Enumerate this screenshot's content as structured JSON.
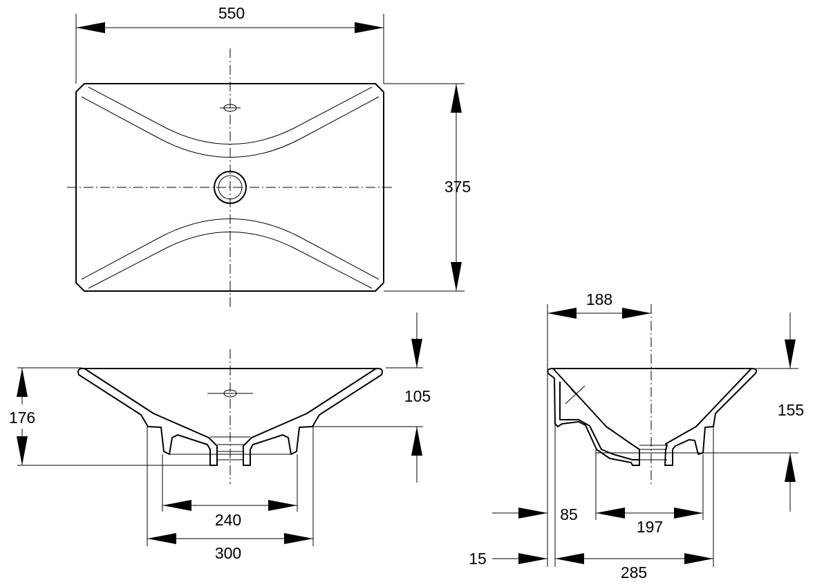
{
  "drawing": {
    "top_view": {
      "width_label": "550",
      "depth_label": "375"
    },
    "front_view": {
      "height_total_label": "176",
      "height_basin_label": "105",
      "base_inner_label": "240",
      "base_outer_label": "300"
    },
    "side_view": {
      "drain_offset_label": "188",
      "height_label": "155",
      "offset_85_label": "85",
      "base_inner_label": "197",
      "offset_15_label": "15",
      "base_outer_label": "285"
    }
  }
}
